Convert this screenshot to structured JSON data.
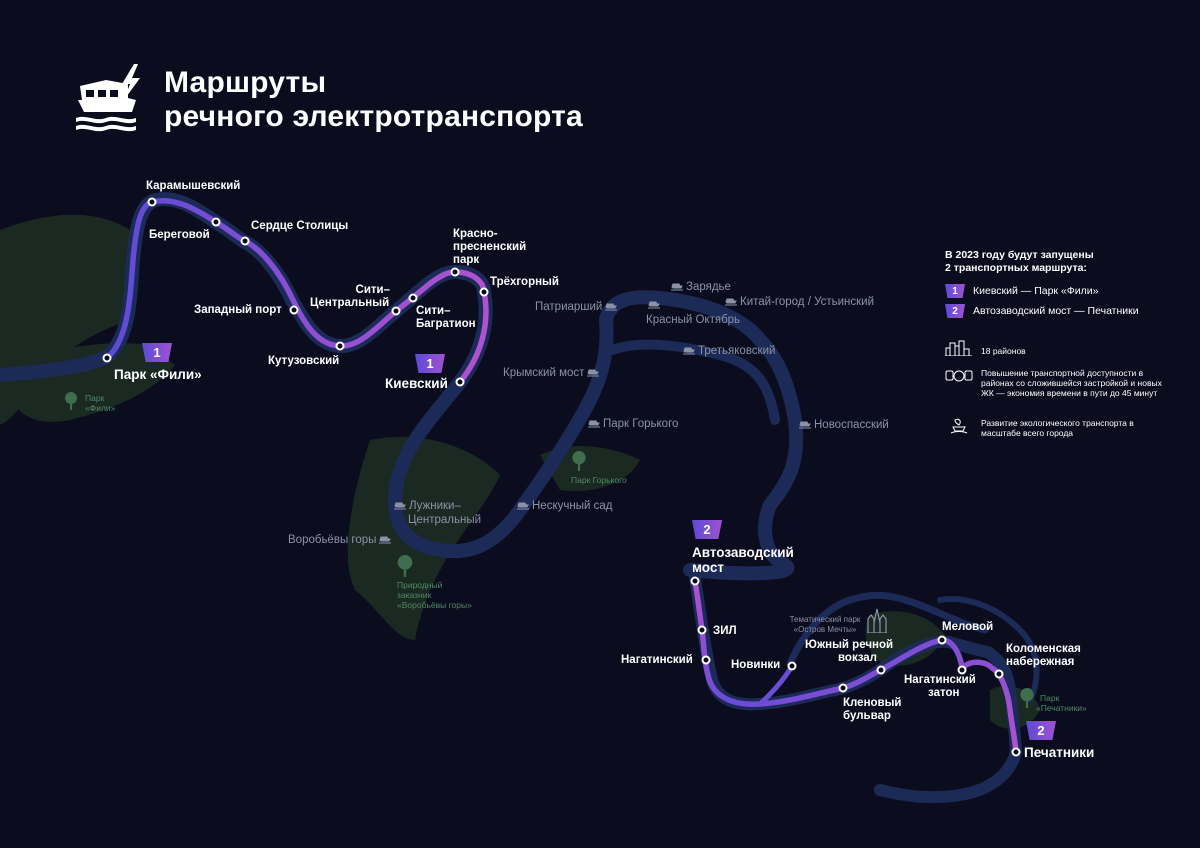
{
  "header": {
    "title_line1": "Маршруты",
    "title_line2": "речного электротранспорта"
  },
  "legend": {
    "heading_line1": "В 2023 году будут запущены",
    "heading_line2": "2 транспортных маршрута:",
    "routes": [
      {
        "badge": "1",
        "label": "Киевский — Парк «Фили»"
      },
      {
        "badge": "2",
        "label": "Автозаводский мост — Печатники"
      }
    ],
    "facts": [
      {
        "icon": "buildings-icon",
        "text": "18 районов"
      },
      {
        "icon": "transport-icon",
        "text": "Повышение транспортной доступности в районах со сложившейся застройкой и новых ЖК — экономия времени в пути до 45 минут"
      },
      {
        "icon": "eco-boat-icon",
        "text": "Развитие экологического транспорта в масштабе всего города"
      }
    ]
  },
  "route1": {
    "badge": "1",
    "stations": {
      "fili": "Парк «Фили»",
      "karamyshevsky": "Карамышевский",
      "beregovoy": "Береговой",
      "serdtse": "Сердце Столицы",
      "zapadny": "Западный порт",
      "kutuzovsky": "Кутузовский",
      "siti_c1": "Сити–",
      "siti_c2": "Центральный",
      "siti_b1": "Сити–",
      "siti_b2": "Багратион",
      "krasno1": "Красно-",
      "krasno2": "пресненский",
      "krasno3": "парк",
      "trekhgorny": "Трёхгорный",
      "kievsky": "Киевский"
    }
  },
  "route2": {
    "badge": "2",
    "stations": {
      "avtozavod1": "Автозаводский",
      "avtozavod2": "мост",
      "zil": "ЗИЛ",
      "nagatinsky": "Нагатинский",
      "novinki": "Новинки",
      "yuzhny1": "Южный речной",
      "yuzhny2": "вокзал",
      "klenovy1": "Кленовый",
      "klenovy2": "бульвар",
      "melovoy": "Меловой",
      "zaton1": "Нагатинский",
      "zaton2": "затон",
      "kolom1": "Коломенская",
      "kolom2": "набережная",
      "pechatniki": "Печатники"
    }
  },
  "other_piers": {
    "patriarshy": "Патриарший",
    "zaryadye": "Зарядье",
    "kitay": "Китай-город / Устьинский",
    "krasny": "Красный Октябрь",
    "tretyakovsky": "Третьяковский",
    "krymsky": "Крымский мост",
    "gorky": "Парк Горького",
    "novospassky": "Новоспасский",
    "luzhniki1": "Лужники–",
    "luzhniki2": "Центральный",
    "neskuchny": "Нескучный сад",
    "vorobyovy": "Воробьёвы горы"
  },
  "parks": {
    "fili1": "Парк",
    "fili2": "«Фили»",
    "gorky": "Парк Горького",
    "vorob1": "Природный",
    "vorob2": "заказник",
    "vorob3": "«Воробьёвы горы»",
    "dream1": "Тематический парк",
    "dream2": "«Остров Мечты»",
    "pechat1": "Парк",
    "pechat2": "«Печатники»"
  },
  "colors": {
    "background": "#0b0d1f",
    "river": "#1c2a57",
    "route_start": "#5b4bd6",
    "route_end": "#b052cf",
    "park": "#1f3323",
    "text": "#ffffff",
    "muted": "#8b92a8"
  }
}
